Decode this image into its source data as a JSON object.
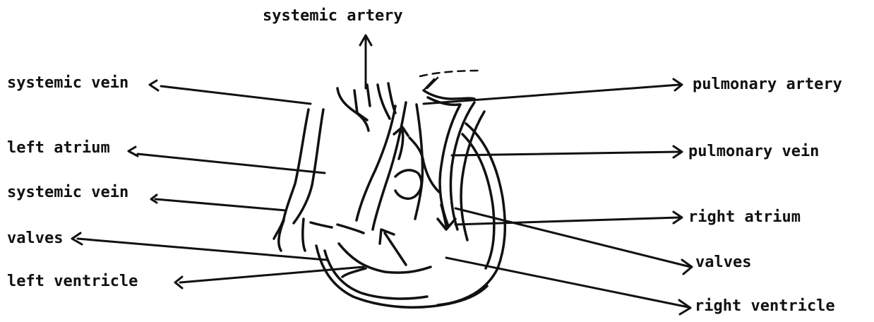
{
  "labels": {
    "systemic_artery": "systemic artery",
    "systemic_vein_top": "systemic vein",
    "left_atrium": "left atrium",
    "systemic_vein_mid": "systemic vein",
    "valves_left": "valves",
    "left_ventricle": "left ventricle",
    "pulmonary_artery": "pulmonary artery",
    "pulmonary_vein": "pulmonary vein",
    "right_atrium": "right atrium",
    "valves_right": "valves",
    "right_ventricle": "right ventricle"
  },
  "colors": {
    "ink": "#111111",
    "background": "#ffffff"
  }
}
